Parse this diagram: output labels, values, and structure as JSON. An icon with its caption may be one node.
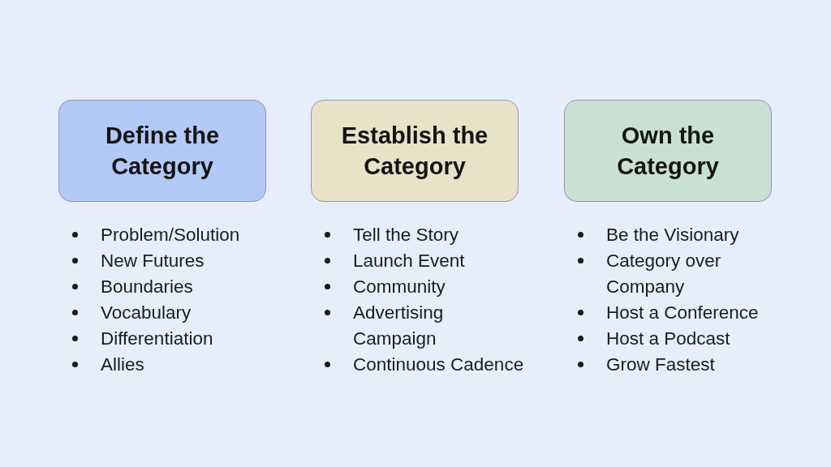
{
  "diagram": {
    "nodes": [
      {
        "text": [
          "Define the Category"
        ],
        "beside": [
          "Problem/Solution",
          "New Futures",
          "Boundaries",
          "Vocabulary",
          "Differentiation",
          "Allies"
        ]
      },
      {
        "text": [
          "Establish the Category"
        ],
        "beside": [
          "Tell the Story",
          "Launch Event",
          "Community",
          "Advertising Campaign",
          "Continuous Cadence"
        ]
      },
      {
        "text": [
          "Own the Category"
        ],
        "beside": [
          "Be the Visionary",
          "Category over Company",
          "Host a Conference",
          "Host a Podcast",
          "Grow Fastest"
        ]
      }
    ]
  }
}
